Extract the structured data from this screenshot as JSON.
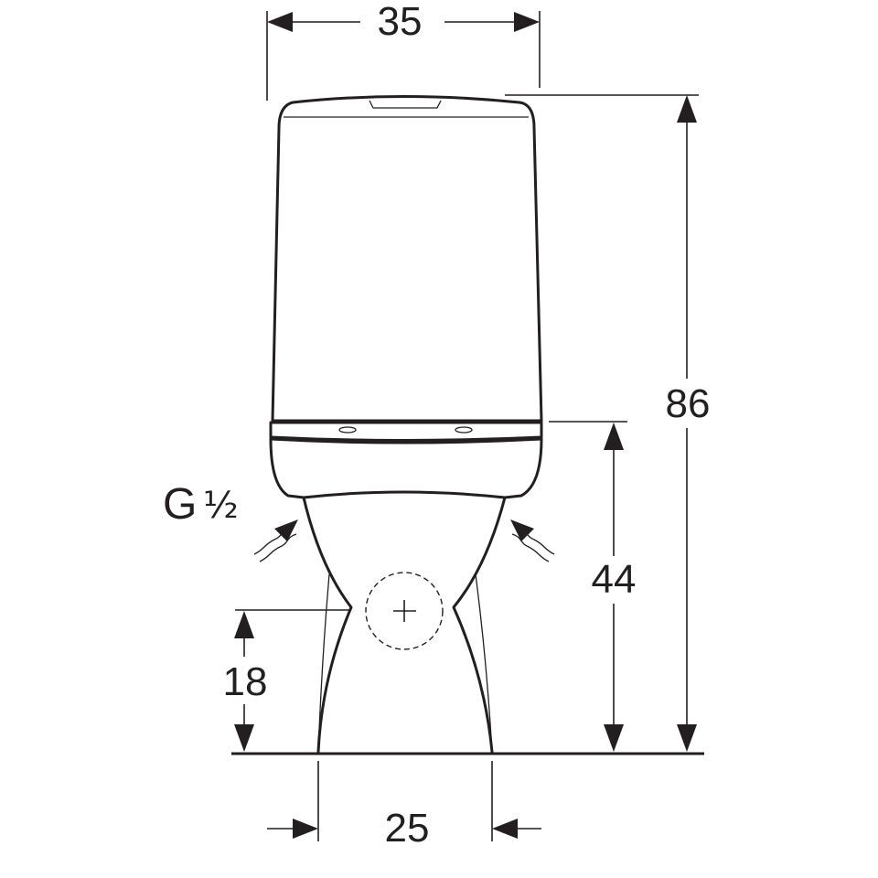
{
  "dimensions": {
    "width_top": "35",
    "height_total": "86",
    "height_seat": "44",
    "height_inlet": "18",
    "width_base": "25"
  },
  "connection": {
    "thread_letter": "G",
    "thread_size": "½"
  }
}
